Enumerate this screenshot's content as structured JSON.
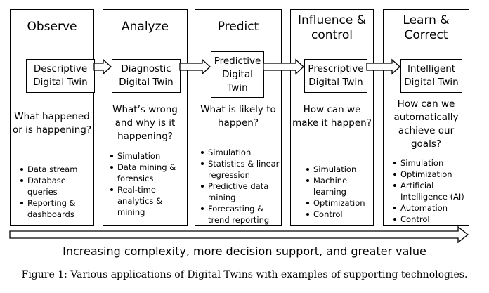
{
  "stages": [
    {
      "title": "Observe",
      "twin": "Descriptive\nDigital Twin",
      "question": "What happened\nor is happening?",
      "techs": [
        "Data stream",
        "Database queries",
        "Reporting & dashboards"
      ]
    },
    {
      "title": "Analyze",
      "twin": "Diagnostic\nDigital Twin",
      "question": "What’s wrong\nand why is it\nhappening?",
      "techs": [
        "Simulation",
        "Data mining & forensics",
        "Real-time analytics & mining"
      ]
    },
    {
      "title": "Predict",
      "twin": "Predictive\nDigital\nTwin",
      "question": "What is likely to\nhappen?",
      "techs": [
        "Simulation",
        "Statistics & linear regression",
        "Predictive data mining",
        "Forecasting & trend reporting"
      ]
    },
    {
      "title": "Influence &\ncontrol",
      "twin": "Prescriptive\nDigital Twin",
      "question": "How can we\nmake it happen?",
      "techs": [
        "Simulation",
        "Machine learning",
        "Optimization",
        "Control"
      ]
    },
    {
      "title": "Learn &\nCorrect",
      "twin": "Intelligent\nDigital Twin",
      "question": "How can we\nautomatically\nachieve our\ngoals?",
      "techs": [
        "Simulation",
        "Optimization",
        "Artificial Intelligence (AI)",
        "Automation",
        "Control"
      ]
    }
  ],
  "banner": "Increasing complexity, more decision support, and greater value",
  "caption": "Figure 1: Various applications of Digital Twins with examples of supporting technologies."
}
